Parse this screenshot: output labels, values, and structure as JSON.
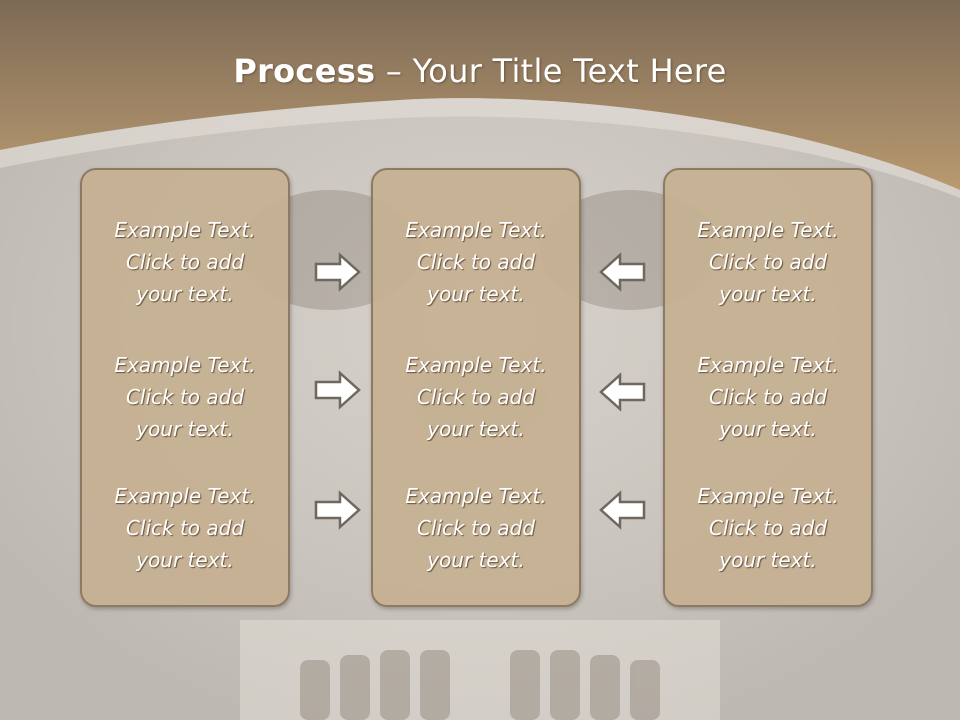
{
  "slide": {
    "title_bold": "Process",
    "title_rest": " – Your Title Text Here",
    "columns": [
      {
        "items": [
          "Example Text.\nClick  to add\nyour text.",
          "Example Text.\nClick  to add\nyour text.",
          "Example Text.\nClick  to add\nyour text."
        ]
      },
      {
        "items": [
          "Example Text.\nClick  to add\nyour text.",
          "Example Text.\nClick  to add\nyour text.",
          "Example Text.\nClick  to add\nyour text."
        ]
      },
      {
        "items": [
          "Example Text.\nClick  to add\nyour text.",
          "Example Text.\nClick  to add\nyour text.",
          "Example Text.\nClick  to add\nyour text."
        ]
      }
    ],
    "arrows": {
      "left_group": "right-arrow-icon",
      "right_group": "left-arrow-icon"
    }
  },
  "colors": {
    "header_band": "#a4865f",
    "box_fill": "#c6b091",
    "box_border": "#8e7a63",
    "background": "#c9c5c0"
  }
}
